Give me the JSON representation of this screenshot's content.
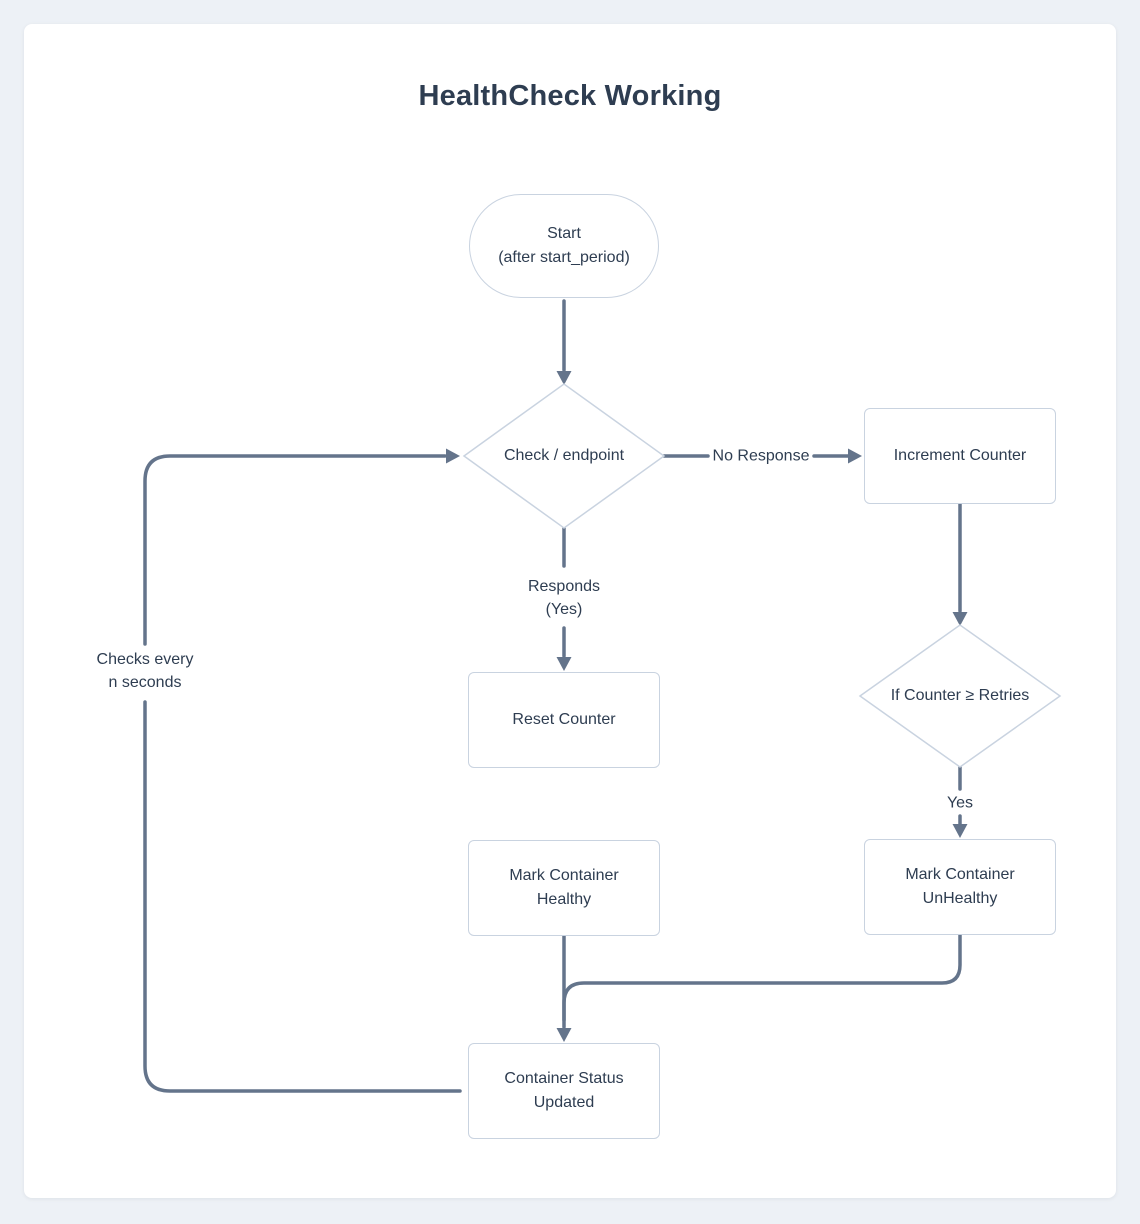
{
  "title": "HealthCheck Working",
  "colors": {
    "background": "#edf1f6",
    "card": "#ffffff",
    "node_border": "#c9d3e0",
    "node_fill": "#ffffff",
    "arrow": "#64748b",
    "text": "#2e3d51"
  },
  "nodes": {
    "start": {
      "line1": "Start",
      "line2": "(after start_period)"
    },
    "check": {
      "line1": "Check / endpoint"
    },
    "increment": {
      "line1": "Increment Counter"
    },
    "reset": {
      "line1": "Reset Counter"
    },
    "healthy": {
      "line1": "Mark Container",
      "line2": "Healthy"
    },
    "retries": {
      "line1": "If Counter ≥ Retries"
    },
    "unhealthy": {
      "line1": "Mark Container",
      "line2": "UnHealthy"
    },
    "status": {
      "line1": "Container Status",
      "line2": "Updated"
    }
  },
  "edges": [
    {
      "from": "start",
      "to": "check"
    },
    {
      "from": "check",
      "to": "increment",
      "label": "No Response"
    },
    {
      "from": "check",
      "to": "reset",
      "label_line1": "Responds",
      "label_line2": "(Yes)"
    },
    {
      "from": "increment",
      "to": "retries"
    },
    {
      "from": "retries",
      "to": "unhealthy",
      "label": "Yes"
    },
    {
      "from": "reset",
      "to": "healthy"
    },
    {
      "from": "healthy",
      "to": "status"
    },
    {
      "from": "unhealthy",
      "to": "status"
    },
    {
      "from": "status",
      "to": "check",
      "label_line1": "Checks every",
      "label_line2": "n seconds"
    }
  ]
}
